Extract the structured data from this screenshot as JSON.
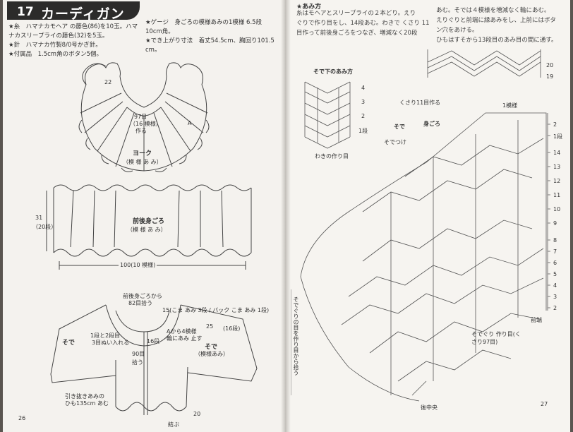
{
  "title": {
    "number": "17",
    "text": "カーディガン"
  },
  "specs_left": [
    "★糸　ハマナカモヘア の藤色(86)を10玉。ハマ",
    "ナカスリープライの藤色(32)を5玉。",
    "★針　ハマナカ竹製8/0号かぎ針。",
    "★付属品　1.5cm角のボタン5個。"
  ],
  "specs_right": [
    "★ゲージ　身ごろの模様あみの1模様 6.5段",
    "10cm角。",
    "★でき上がり寸法　着丈54.5cm、胸回り101.5",
    "cm。"
  ],
  "yoke": {
    "label": "ヨーク",
    "sub": "（模 様 あ み）",
    "center_top": "97目",
    "center_mid": "（16 模様）",
    "center_bot": "作る",
    "edge": "22",
    "letter": "A"
  },
  "body": {
    "label": "前後身ごろ",
    "sub": "（模 様 あ み）",
    "height": "31",
    "rows": "（20段）",
    "width": "100",
    "width_sub": "(10 模様)"
  },
  "garment": {
    "l1": "前後身ごろから",
    "l2": "82目拾う",
    "l3": "15(こま あみ 3段 / バック こま あみ 1段)",
    "l4": "1段と2段目",
    "l5": "3目ぬい入れる",
    "l6": "16段",
    "l7": "90目",
    "l8": "拾う",
    "l9": "Aから4模様",
    "l10": "輪にあみ 止す",
    "l11": "25",
    "l12": "(16段)",
    "sleeve": "そで",
    "sleeve_sub": "（模様あみ）",
    "sleeve_left": "そで",
    "l13": "引き抜きあみの",
    "l14": "ひも135cm あむ",
    "l15": "20",
    "l16": "結ぶ"
  },
  "page_left_num": "26",
  "page_right_num": "27",
  "para_right": [
    "糸はモヘアとスリープライの２本どり。えり",
    "ぐりで作り目をし、14段あむ。わきで くさり 11",
    "目作って前後身ごろをつなぎ、増減なく20段"
  ],
  "para_right2": [
    "あむ。そでは４模様を増減なく輪にあむ。",
    "えりぐりと前端に縁あみをし、上前にはボタ",
    "ン穴をあける。",
    "ひもはすそから13段目のあみ目の間に通す。"
  ],
  "section_method": "★あみ方",
  "sleeve_section": "そで下のあみ方",
  "sleeve_rows": [
    "4",
    "3",
    "2",
    "1段"
  ],
  "waki": "わきの作り目",
  "sode_kanji": "そで",
  "mi_label": "身ごろ",
  "kusari": "くさり11目作る",
  "sodetsuke": "そでつけ",
  "row_marks": [
    "2",
    "1段",
    "14",
    "13",
    "12",
    "11",
    "10",
    "9",
    "8",
    "7",
    "6",
    "5",
    "4",
    "3",
    "2"
  ],
  "top_marks": [
    "20",
    "19"
  ],
  "one_pattern": "1模様",
  "front_edge": "前端",
  "neck_label": "そでぐり 作り目(くさり97目)",
  "center_back": "後中央",
  "vertical_left": "そでぐりの目を作り目から拾う"
}
